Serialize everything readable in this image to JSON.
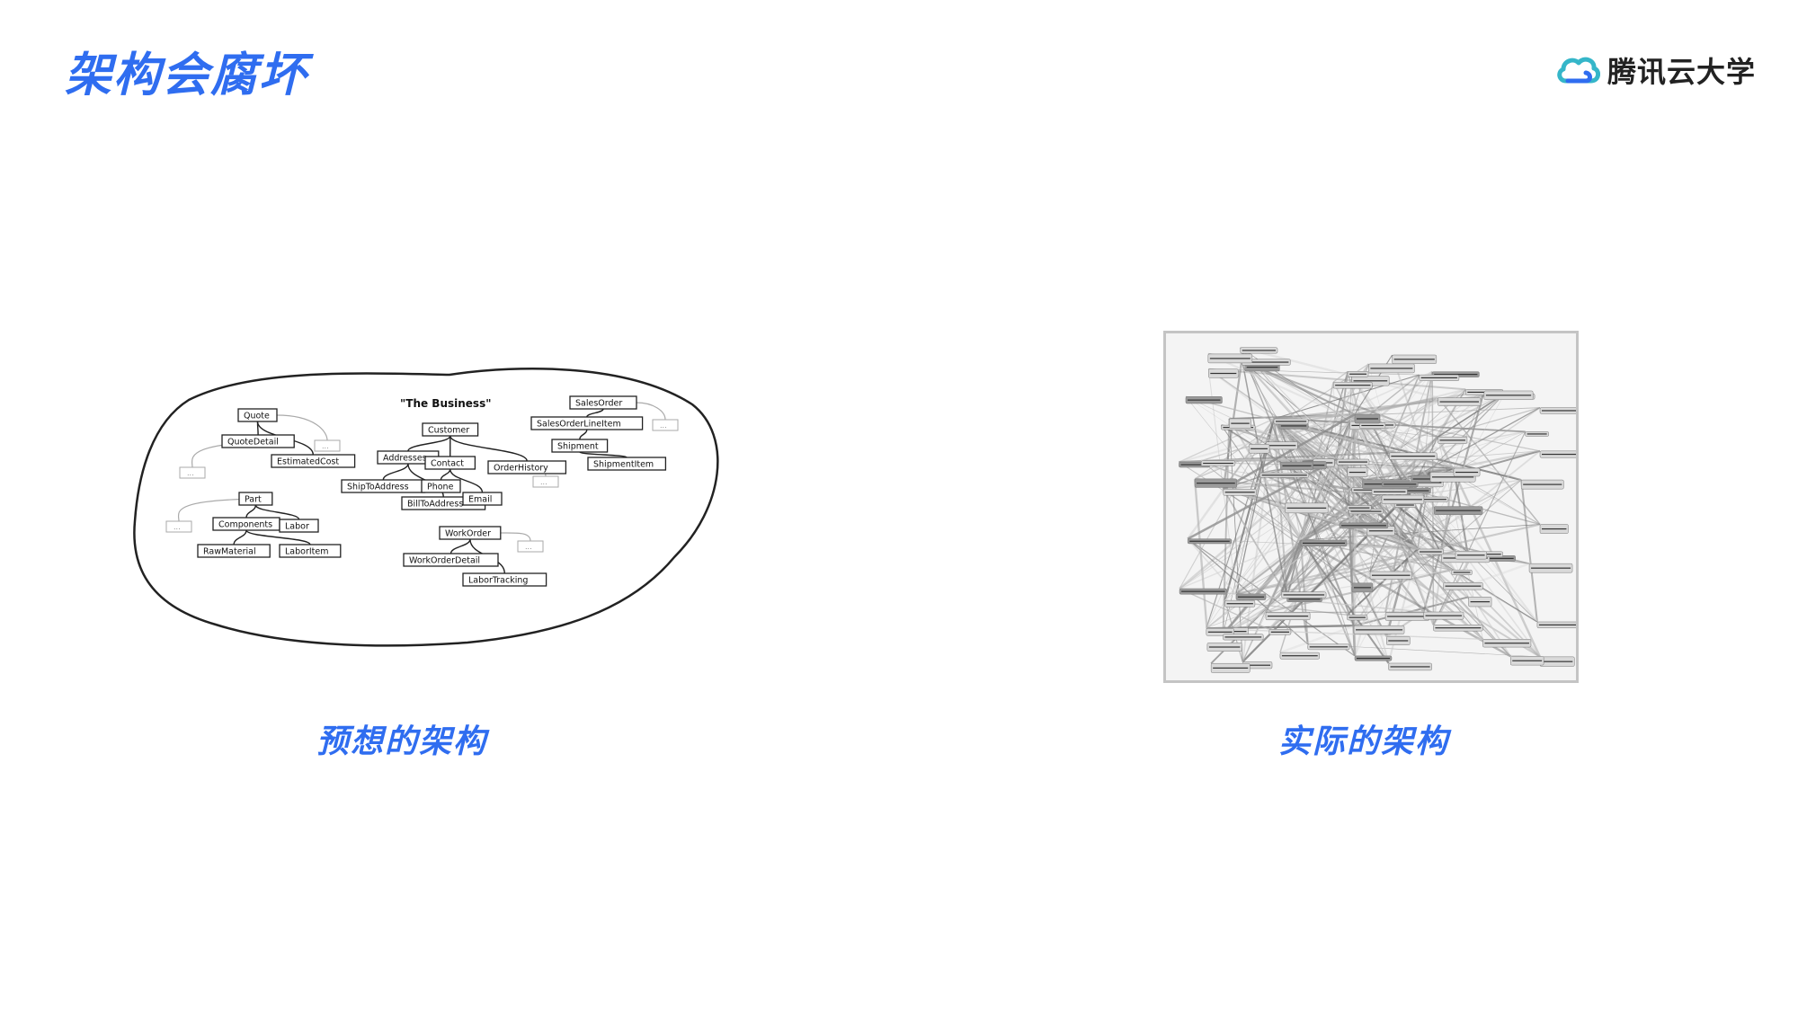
{
  "title": "架构会腐坏",
  "brand": {
    "name": "腾讯云大学",
    "logo_icon": "cloud-logo-icon",
    "colors": {
      "blue": "#2f6df0",
      "teal": "#35b6c9"
    }
  },
  "intended": {
    "caption": "预想的架构",
    "heading": "\"The Business\"",
    "nodes": [
      "Quote",
      "QuoteDetail",
      "EstimatedCost",
      "Customer",
      "Addresses",
      "Contact",
      "OrderHistory",
      "ShipToAddress",
      "BillToAddress",
      "Phone",
      "Email",
      "SalesOrder",
      "SalesOrderLineItem",
      "Shipment",
      "ShipmentItem",
      "Part",
      "Components",
      "Labor",
      "RawMaterial",
      "LaborItem",
      "WorkOrder",
      "WorkOrderDetail",
      "LaborTracking"
    ],
    "placeholder": "..."
  },
  "actual": {
    "caption": "实际的架构"
  },
  "accent_color": "#2f6df0"
}
